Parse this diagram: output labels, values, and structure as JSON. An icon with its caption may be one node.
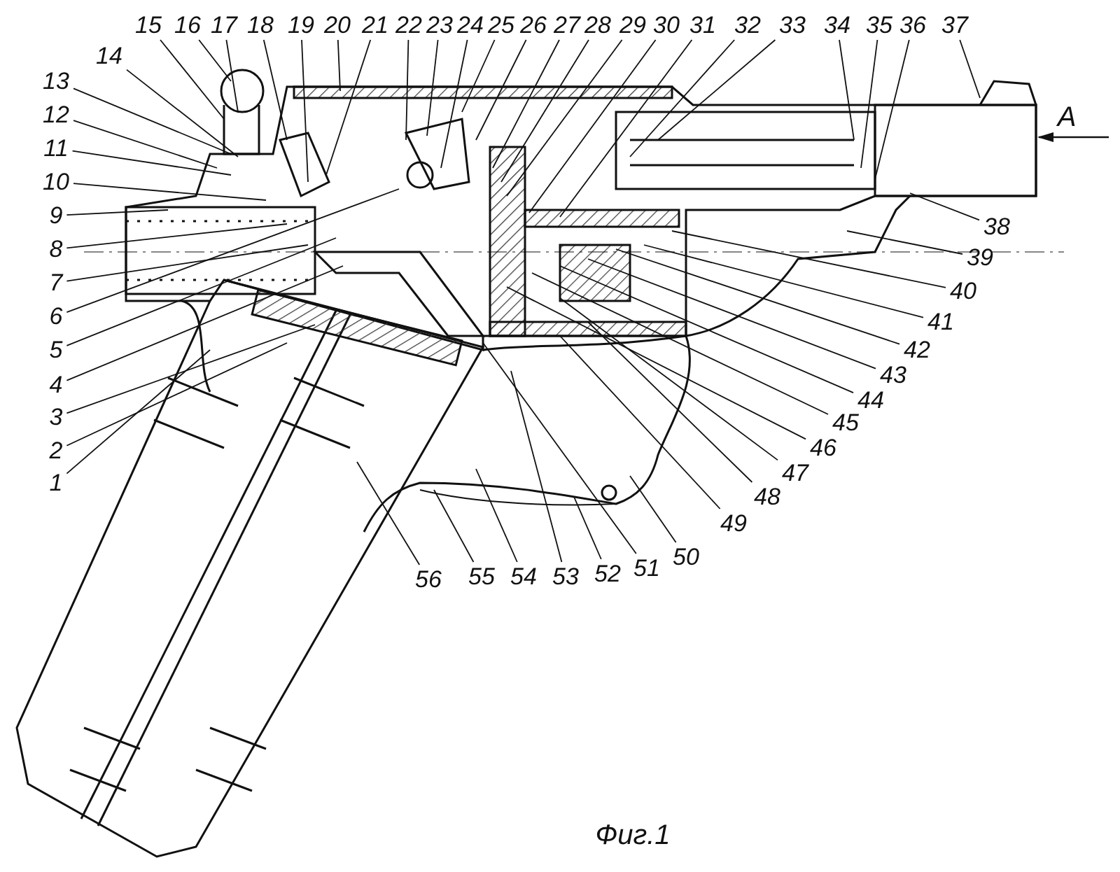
{
  "diagram": {
    "caption": "Фиг.1",
    "nodes": [
      {
        "text": [
          "1"
        ]
      },
      {
        "text": [
          "2"
        ]
      },
      {
        "text": [
          "3"
        ]
      },
      {
        "text": [
          "4"
        ]
      },
      {
        "text": [
          "5"
        ]
      },
      {
        "text": [
          "6"
        ]
      },
      {
        "text": [
          "7"
        ]
      },
      {
        "text": [
          "8"
        ]
      },
      {
        "text": [
          "9"
        ]
      },
      {
        "text": [
          "10"
        ]
      },
      {
        "text": [
          "11"
        ]
      },
      {
        "text": [
          "12"
        ]
      },
      {
        "text": [
          "13"
        ]
      },
      {
        "text": [
          "14"
        ]
      },
      {
        "text": [
          "15"
        ]
      },
      {
        "text": [
          "16"
        ]
      },
      {
        "text": [
          "17"
        ]
      },
      {
        "text": [
          "18"
        ]
      },
      {
        "text": [
          "19"
        ]
      },
      {
        "text": [
          "20"
        ]
      },
      {
        "text": [
          "21"
        ]
      },
      {
        "text": [
          "22"
        ]
      },
      {
        "text": [
          "23"
        ]
      },
      {
        "text": [
          "24"
        ]
      },
      {
        "text": [
          "25"
        ]
      },
      {
        "text": [
          "26"
        ]
      },
      {
        "text": [
          "27"
        ]
      },
      {
        "text": [
          "28"
        ]
      },
      {
        "text": [
          "29"
        ]
      },
      {
        "text": [
          "30"
        ]
      },
      {
        "text": [
          "31"
        ]
      },
      {
        "text": [
          "32"
        ]
      },
      {
        "text": [
          "33"
        ]
      },
      {
        "text": [
          "34"
        ]
      },
      {
        "text": [
          "35"
        ]
      },
      {
        "text": [
          "36"
        ]
      },
      {
        "text": [
          "37"
        ]
      },
      {
        "text": [
          "38"
        ]
      },
      {
        "text": [
          "39"
        ]
      },
      {
        "text": [
          "40"
        ]
      },
      {
        "text": [
          "41"
        ]
      },
      {
        "text": [
          "42"
        ]
      },
      {
        "text": [
          "43"
        ]
      },
      {
        "text": [
          "44"
        ]
      },
      {
        "text": [
          "45"
        ]
      },
      {
        "text": [
          "46"
        ]
      },
      {
        "text": [
          "47"
        ]
      },
      {
        "text": [
          "48"
        ]
      },
      {
        "text": [
          "49"
        ]
      },
      {
        "text": [
          "50"
        ]
      },
      {
        "text": [
          "51"
        ]
      },
      {
        "text": [
          "52"
        ]
      },
      {
        "text": [
          "53"
        ]
      },
      {
        "text": [
          "54"
        ]
      },
      {
        "text": [
          "55"
        ]
      },
      {
        "text": [
          "56"
        ]
      }
    ],
    "edges": [
      {
        "from": 0,
        "to": null,
        "arrow": "none"
      },
      {
        "from": 1,
        "to": null,
        "arrow": "none"
      },
      {
        "from": 2,
        "to": null,
        "arrow": "none"
      },
      {
        "from": 3,
        "to": null,
        "arrow": "none"
      },
      {
        "from": 4,
        "to": null,
        "arrow": "none"
      },
      {
        "from": 5,
        "to": null,
        "arrow": "none"
      },
      {
        "from": 6,
        "to": null,
        "arrow": "none"
      },
      {
        "from": 7,
        "to": null,
        "arrow": "none"
      },
      {
        "from": 8,
        "to": null,
        "arrow": "none"
      },
      {
        "from": 9,
        "to": null,
        "arrow": "none"
      },
      {
        "from": 10,
        "to": null,
        "arrow": "none"
      },
      {
        "from": 11,
        "to": null,
        "arrow": "none"
      },
      {
        "from": 12,
        "to": null,
        "arrow": "none"
      },
      {
        "from": 13,
        "to": null,
        "arrow": "none"
      },
      {
        "from": 14,
        "to": null,
        "arrow": "none"
      },
      {
        "from": 15,
        "to": null,
        "arrow": "none"
      },
      {
        "from": 16,
        "to": null,
        "arrow": "none"
      },
      {
        "from": 17,
        "to": null,
        "arrow": "none"
      },
      {
        "from": 18,
        "to": null,
        "arrow": "none"
      },
      {
        "from": 19,
        "to": null,
        "arrow": "none"
      },
      {
        "from": 20,
        "to": null,
        "arrow": "none"
      },
      {
        "from": 21,
        "to": null,
        "arrow": "none"
      },
      {
        "from": 22,
        "to": null,
        "arrow": "none"
      },
      {
        "from": 23,
        "to": null,
        "arrow": "none"
      },
      {
        "from": 24,
        "to": null,
        "arrow": "none"
      },
      {
        "from": 25,
        "to": null,
        "arrow": "none"
      },
      {
        "from": 26,
        "to": null,
        "arrow": "none"
      },
      {
        "from": 27,
        "to": null,
        "arrow": "none"
      },
      {
        "from": 28,
        "to": null,
        "arrow": "none"
      },
      {
        "from": 29,
        "to": null,
        "arrow": "none"
      },
      {
        "from": 30,
        "to": null,
        "arrow": "none"
      },
      {
        "from": 31,
        "to": null,
        "arrow": "none"
      },
      {
        "from": 32,
        "to": null,
        "arrow": "none"
      },
      {
        "from": 33,
        "to": null,
        "arrow": "none"
      },
      {
        "from": 34,
        "to": null,
        "arrow": "none"
      },
      {
        "from": 35,
        "to": null,
        "arrow": "none"
      },
      {
        "from": 36,
        "to": null,
        "arrow": "none"
      },
      {
        "from": 37,
        "to": null,
        "arrow": "none"
      },
      {
        "from": 38,
        "to": null,
        "arrow": "none"
      },
      {
        "from": 39,
        "to": null,
        "arrow": "none"
      },
      {
        "from": 40,
        "to": null,
        "arrow": "none"
      },
      {
        "from": 41,
        "to": null,
        "arrow": "none"
      },
      {
        "from": 42,
        "to": null,
        "arrow": "none"
      },
      {
        "from": 43,
        "to": null,
        "arrow": "none"
      },
      {
        "from": 44,
        "to": null,
        "arrow": "none"
      },
      {
        "from": 45,
        "to": null,
        "arrow": "none"
      },
      {
        "from": 46,
        "to": null,
        "arrow": "none"
      },
      {
        "from": 47,
        "to": null,
        "arrow": "none"
      },
      {
        "from": 48,
        "to": null,
        "arrow": "none"
      },
      {
        "from": 49,
        "to": null,
        "arrow": "none"
      },
      {
        "from": 50,
        "to": null,
        "arrow": "none"
      },
      {
        "from": 51,
        "to": null,
        "arrow": "none"
      },
      {
        "from": 52,
        "to": null,
        "arrow": "none"
      },
      {
        "from": 53,
        "to": null,
        "arrow": "none"
      },
      {
        "from": 54,
        "to": null,
        "arrow": "none"
      },
      {
        "from": 55,
        "to": null,
        "arrow": "none"
      }
    ],
    "labels": [
      "A"
    ]
  }
}
